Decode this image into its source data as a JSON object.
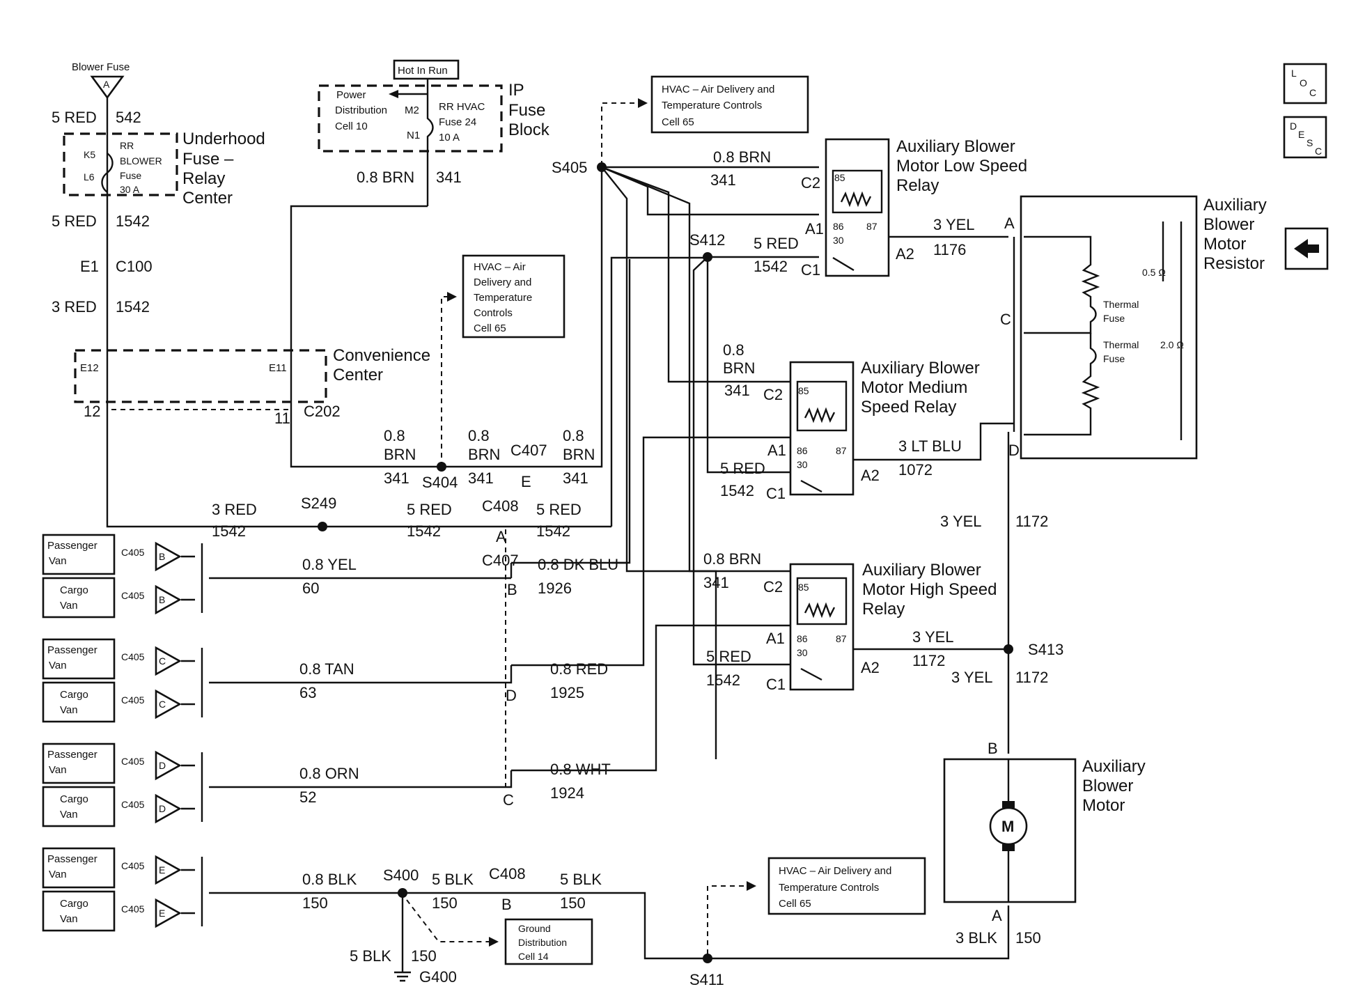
{
  "blower_fuse": {
    "title": "Blower Fuse",
    "pin": "A"
  },
  "hot_in_run": "Hot In Run",
  "ip_fuse_block": {
    "title": [
      "IP",
      "Fuse",
      "Block"
    ],
    "power_dist": [
      "Power",
      "Distribution",
      "Cell 10"
    ],
    "m2": "M2",
    "n1": "N1",
    "fuse": [
      "RR HVAC",
      "Fuse 24",
      "10 A"
    ]
  },
  "underhood": {
    "title": [
      "Underhood",
      "Fuse –",
      "Relay",
      "Center"
    ],
    "k5": "K5",
    "l6": "L6",
    "fuse": [
      "RR",
      "BLOWER",
      "Fuse",
      "30 A"
    ]
  },
  "hvac_refs": {
    "top": [
      "HVAC – Air Delivery and",
      "Temperature  Controls",
      "Cell 65"
    ],
    "mid": [
      "HVAC – Air",
      "Delivery and",
      "Temperature",
      "Controls",
      "Cell 65"
    ],
    "bottom": [
      "HVAC – Air Delivery and",
      "Temperature  Controls",
      "Cell 65"
    ]
  },
  "ground_ref": [
    "Ground",
    "Distribution",
    "Cell 14"
  ],
  "convenience": {
    "title": [
      "Convenience",
      "Center"
    ],
    "e12": "E12",
    "e11": "E11",
    "p12": "12",
    "p11": "11",
    "c202": "C202"
  },
  "wires": {
    "w5red": "5 RED",
    "c542": "542",
    "w5red2": "5 RED",
    "c1542a": "1542",
    "e1": "E1",
    "c100": "C100",
    "w3red": "3 RED",
    "c1542b": "1542",
    "brn_top": "0.8 BRN",
    "c341_top": "341",
    "s405": "S405",
    "brn_c2": "0.8 BRN",
    "c341_c2": "341",
    "c2_low": "C2",
    "a1_low": "A1",
    "s412": "S412",
    "red_c1": "5 RED",
    "c1542_c1": "1542",
    "c1_low": "C1",
    "a2_low": "A2",
    "yel_a2": "3 YEL",
    "c1176": "1176",
    "brn_med": [
      "0.8",
      "BRN"
    ],
    "c341_med": "341",
    "c2_med": "C2",
    "a1_med": "A1",
    "a2_med": "A2",
    "ltblu": "3 LT BLU",
    "c1072": "1072",
    "red_med": "5 RED",
    "c1542_med": "1542",
    "c1_med": "C1",
    "brn_s404a": [
      "0.8",
      "BRN"
    ],
    "c341_s404a": "341",
    "s404": "S404",
    "brn_s404b": [
      "0.8",
      "BRN"
    ],
    "c341_s404b": "341",
    "c407_top": "C407",
    "e_pin": "E",
    "brn_s404c": [
      "0.8",
      "BRN"
    ],
    "c341_s404c": "341",
    "red_s249a": "3 RED",
    "c1542_s249a": "1542",
    "s249": "S249",
    "red_s249b": "5 RED",
    "c1542_s249b": "1542",
    "c408_top": "C408",
    "a_pin": "A",
    "red_s249c": "5 RED",
    "c1542_s249c": "1542",
    "yel": "0.8 YEL",
    "c60": "60",
    "c407_mid": "C407",
    "b_pin": "B",
    "dkblu": "0.8 DK BLU",
    "c1926": "1926",
    "tan": "0.8 TAN",
    "c63": "63",
    "d_pin": "D",
    "red_hi": "0.8 RED",
    "c1925": "1925",
    "orn": "0.8 ORN",
    "c52": "52",
    "c_pin": "C",
    "wht": "0.8 WHT",
    "c1924": "1924",
    "blk": "0.8 BLK",
    "c150a": "150",
    "s400": "S400",
    "blk5": "5 BLK",
    "c150b": "150",
    "c408_bot": "C408",
    "b_pin2": "B",
    "blk5b": "5 BLK",
    "c150c": "150",
    "g_blk": "5 BLK",
    "g_150": "150",
    "g400": "G400",
    "s411": "S411",
    "brn_hi": "0.8 BRN",
    "c341_hi": "341",
    "c2_hi": "C2",
    "a1_hi": "A1",
    "a2_hi": "A2",
    "yel_hi": "3 YEL",
    "c1172_hi": "1172",
    "red_hi5": "5 RED",
    "c1542_hi": "1542",
    "c1_hi": "C1",
    "s413": "S413",
    "yel_s413": "3 YEL",
    "c1172_s413": "1172",
    "yel_res": "3 YEL",
    "c1172_res": "1172",
    "blk_mot": "3 BLK",
    "c150_mot": "150",
    "mot_b": "B",
    "mot_a": "A",
    "res_a": "A",
    "res_c": "C",
    "res_d": "D"
  },
  "relays": {
    "low": {
      "title": [
        "Auxiliary Blower",
        "Motor Low Speed",
        "Relay"
      ]
    },
    "medium": {
      "title": [
        "Auxiliary Blower",
        "Motor Medium",
        "Speed Relay"
      ]
    },
    "high": {
      "title": [
        "Auxiliary Blower",
        "Motor High Speed",
        "Relay"
      ]
    },
    "p85": "85",
    "p86": "86",
    "p30": "30",
    "p87": "87"
  },
  "resistor": {
    "title": [
      "Auxiliary",
      "Blower",
      "Motor",
      "Resistor"
    ],
    "r1": "0.5 Ω",
    "r2": "2.0 Ω",
    "tf1": [
      "Thermal",
      "Fuse"
    ],
    "tf2": [
      "Thermal",
      "Fuse"
    ]
  },
  "motor": {
    "title": [
      "Auxiliary",
      "Blower",
      "Motor"
    ],
    "symbol": "M"
  },
  "van_connectors": {
    "passenger": [
      "Passenger",
      "Van"
    ],
    "cargo": [
      "Cargo",
      "Van"
    ],
    "c405": "C405",
    "pins": [
      "B",
      "C",
      "D",
      "E"
    ]
  },
  "nav": {
    "loc": [
      "L",
      "O",
      "C"
    ],
    "desc": [
      "D",
      "E",
      "S",
      "C"
    ],
    "back_icon": "left-arrow-icon"
  }
}
